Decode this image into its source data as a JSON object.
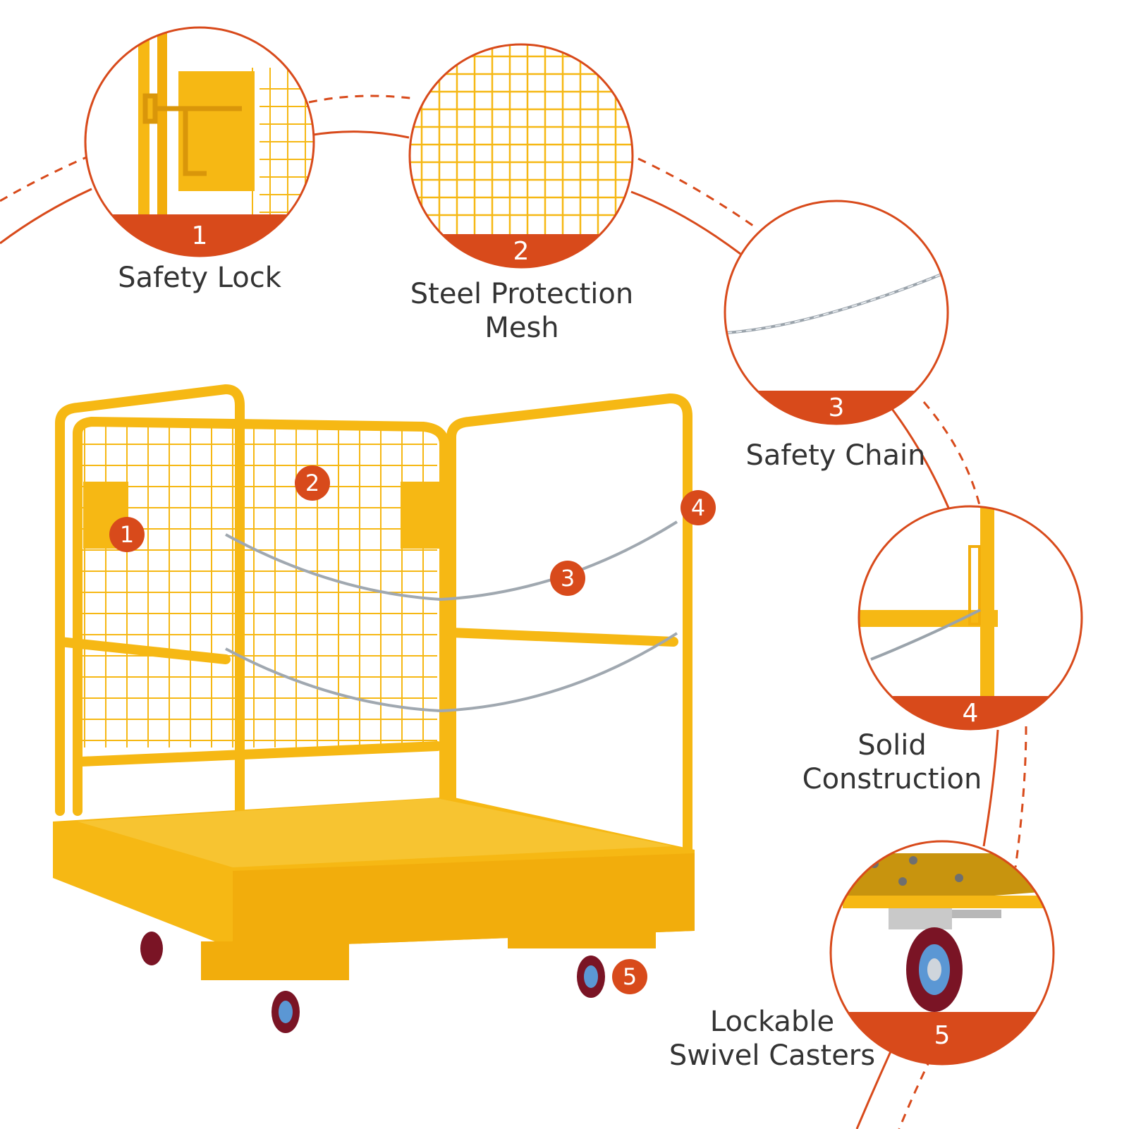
{
  "colors": {
    "accent": "#d84a1b",
    "cage_yellow": "#f6b814",
    "caption_text": "#333333"
  },
  "features": [
    {
      "number": "1",
      "label_lines": [
        "Safety Lock"
      ]
    },
    {
      "number": "2",
      "label_lines": [
        "Steel Protection",
        "Mesh"
      ]
    },
    {
      "number": "3",
      "label_lines": [
        "Safety Chain"
      ]
    },
    {
      "number": "4",
      "label_lines": [
        "Solid",
        "Construction"
      ]
    },
    {
      "number": "5",
      "label_lines": [
        "Lockable",
        "Swivel Casters"
      ]
    }
  ],
  "product_markers": [
    "1",
    "2",
    "3",
    "4",
    "5"
  ]
}
